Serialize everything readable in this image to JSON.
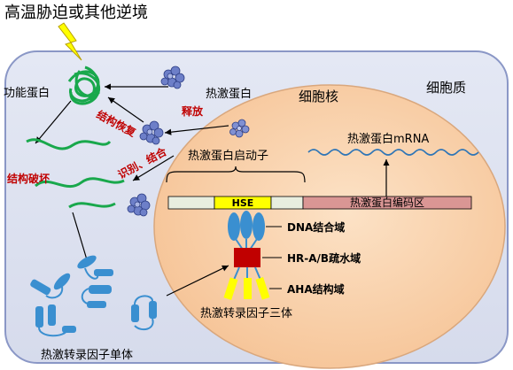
{
  "texts": {
    "title": "高温胁迫或其他逆境",
    "cytoplasm": "细胞质",
    "nucleus": "细胞核",
    "functional_protein": "功能蛋白",
    "hsp": "热激蛋白",
    "structure_recovery": "结构恢复",
    "release": "释放",
    "structure_damage": "结构破坏",
    "recognize_bind": "识别、结合",
    "hsp_promoter": "热激蛋白启动子",
    "hsp_mrna": "热激蛋白mRNA",
    "hse": "HSE",
    "hsp_coding_region": "热激蛋白编码区",
    "dna_binding_domain": "DNA结合域",
    "hydrophobic_domain": "HR-A/B疏水域",
    "aha_domain": "AHA结构域",
    "hsf_trimer": "热激转录因子三体",
    "hsf_monomer": "热激转录因子单体"
  },
  "colors": {
    "cell_fill": "#dfe3f1",
    "cell_stroke": "#8a97c6",
    "nucleus_fill": "#f8cda0",
    "nucleus_stroke": "#d9a77d",
    "dna_light": "#e8eedf",
    "hse": "#ffff00",
    "coding_region": "#da9694",
    "protein_green": "#19a84c",
    "hsf_blue": "#3a8fd0",
    "hydrophobic_red": "#c00000",
    "aha_yellow": "#ffff00",
    "label_red": "#c00000",
    "lightning": "#ffff00"
  }
}
